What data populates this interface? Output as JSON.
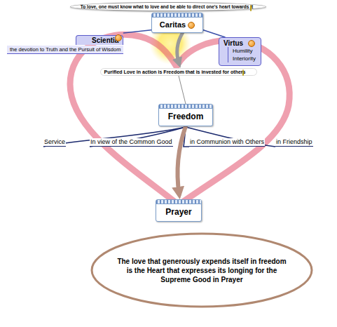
{
  "diagram": {
    "nodes": [
      {
        "text": [
          "To love, one must know what to love and be able to direct one's heart towards it"
        ]
      },
      {
        "text": [
          "Caritas"
        ]
      },
      {
        "text": [
          "Scientia",
          "the devotion to Truth and the Pursuit of Wisdom"
        ]
      },
      {
        "text": [
          "Virtus",
          "Humility",
          "Interiority"
        ]
      },
      {
        "text": [
          "Purified Love in action is Freedom that is invested for others"
        ]
      },
      {
        "text": [
          "Freedom"
        ]
      },
      {
        "text": [
          "Prayer"
        ]
      },
      {
        "text": [
          "The love that generously expends itself in freedom is the Heart that expresses its longing for the Supreme Good in Prayer"
        ]
      }
    ],
    "edges": [
      {
        "from": 1,
        "to": 2,
        "arrow": "none"
      },
      {
        "from": 1,
        "to": 3,
        "arrow": "none"
      },
      {
        "from": 1,
        "to": 4,
        "arrow": "to"
      },
      {
        "from": 4,
        "to": 5,
        "arrow": "none"
      },
      {
        "from": 5,
        "to": 6,
        "arrow": "to"
      }
    ],
    "labels": [
      "Service",
      "In view of the Common Good",
      "in Communion with Others",
      "in Friendship"
    ]
  }
}
